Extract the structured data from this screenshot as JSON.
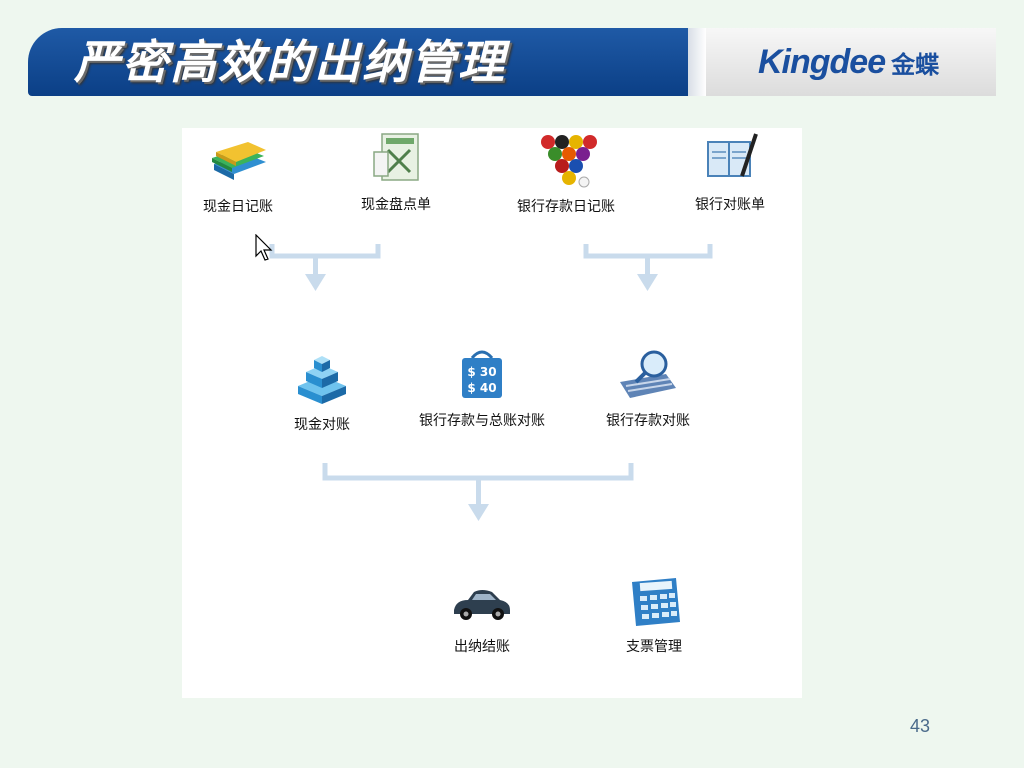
{
  "header": {
    "title": "严密高效的出纳管理",
    "logo_en": "Kingdee",
    "logo_cn": "金蝶"
  },
  "colors": {
    "banner_blue": "#0b3f86",
    "connector": "#c9dbec",
    "background": "#eef7ef"
  },
  "diagram": {
    "top_row": [
      {
        "label": "现金日记账",
        "icon": "books-icon"
      },
      {
        "label": "现金盘点单",
        "icon": "calculator-sheet-icon"
      },
      {
        "label": "银行存款日记账",
        "icon": "billiard-balls-icon"
      },
      {
        "label": "银行对账单",
        "icon": "notebook-pen-icon"
      }
    ],
    "middle_row": [
      {
        "label": "现金对账",
        "icon": "stacked-blocks-icon"
      },
      {
        "label": "银行存款与总账对账",
        "icon": "price-bag-icon",
        "icon_text": [
          "$ 30",
          "$ 40"
        ]
      },
      {
        "label": "银行存款对账",
        "icon": "keyboard-magnifier-icon"
      }
    ],
    "bottom_row": [
      {
        "label": "出纳结账",
        "icon": "car-icon"
      },
      {
        "label": "支票管理",
        "icon": "calculator-icon"
      }
    ]
  },
  "footer": {
    "page_number": "43"
  }
}
